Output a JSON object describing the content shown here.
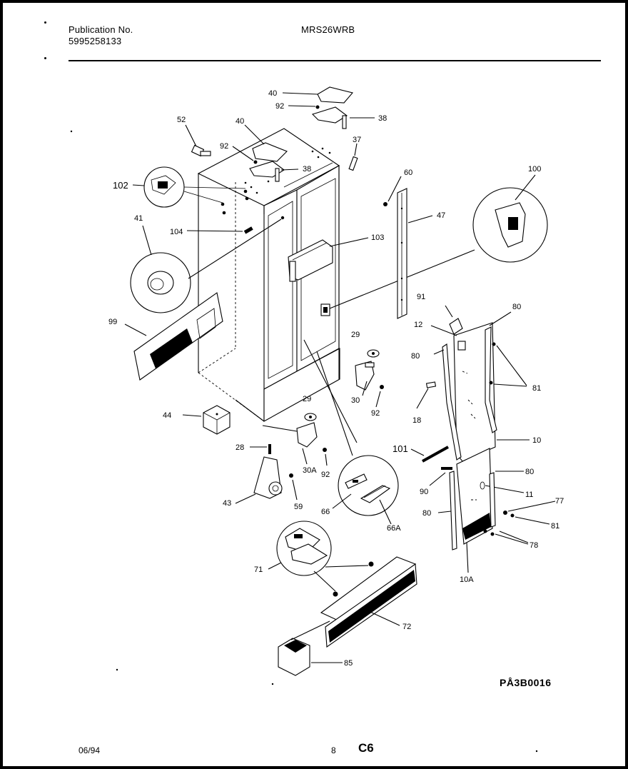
{
  "header": {
    "publication_label": "Publication No.",
    "publication_number": "5995258133",
    "model": "MRS26WRB"
  },
  "footer": {
    "date": "06/94",
    "page": "8",
    "section": "C6"
  },
  "part_code": "PÅ3B0016",
  "callouts": {
    "c40a": "40",
    "c92a": "92",
    "c38a": "38",
    "c52": "52",
    "c40b": "40",
    "c92b": "92",
    "c38b": "38",
    "c37": "37",
    "c60": "60",
    "c47": "47",
    "c100": "100",
    "c102": "102",
    "c41": "41",
    "c104": "104",
    "c103": "103",
    "c99": "99",
    "c91": "91",
    "c80a": "80",
    "c12": "12",
    "c29a": "29",
    "c80b": "80",
    "c81a": "81",
    "c30": "30",
    "c92c": "92",
    "c18": "18",
    "c44": "44",
    "c29b": "29",
    "c10": "10",
    "c28": "28",
    "c101": "101",
    "c30a": "30A",
    "c92d": "92",
    "c80c": "80",
    "c90": "90",
    "c11": "11",
    "c43": "43",
    "c59": "59",
    "c66": "66",
    "c77": "77",
    "c80d": "80",
    "c81b": "81",
    "c66a": "66A",
    "c78": "78",
    "c71": "71",
    "c10a": "10A",
    "c72": "72",
    "c85": "85"
  }
}
